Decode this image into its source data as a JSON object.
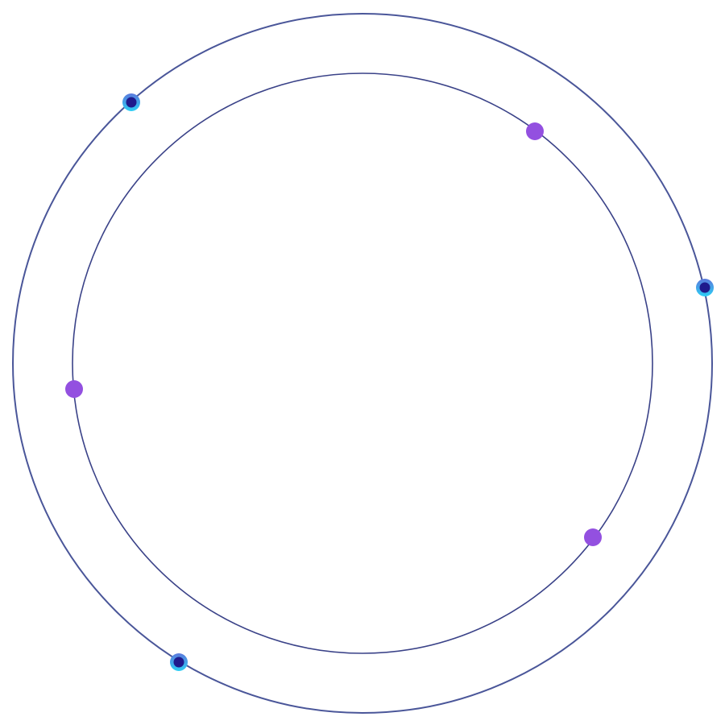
{
  "colors": {
    "background": "#ffffff",
    "outer_ring": "#4a5699",
    "inner_ring": "#3a4288",
    "node_outer_top": "#5b78dc",
    "node_outer_bottom": "#2ccff5",
    "node_core": "#1f1a8c",
    "node_purple": "#9350e0"
  },
  "rings": [
    {
      "name": "outer",
      "node_style": "blue-ring"
    },
    {
      "name": "inner",
      "node_style": "purple"
    }
  ]
}
